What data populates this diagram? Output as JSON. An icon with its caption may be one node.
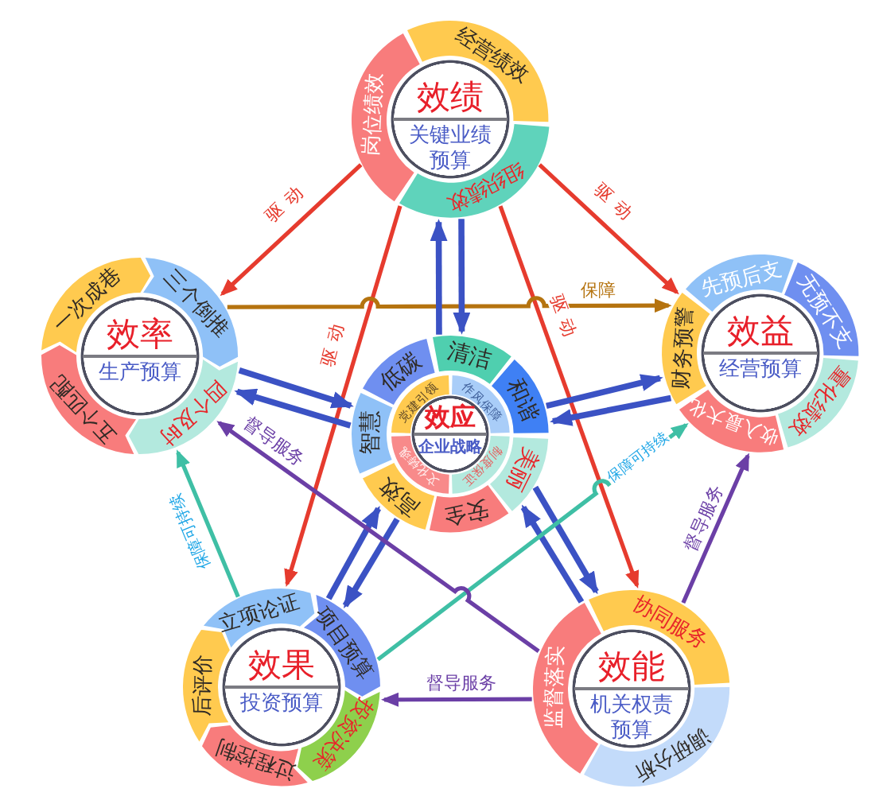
{
  "diagram": {
    "nodes": [
      {
        "text": [
          "效绩",
          "关键业绩预算"
        ]
      },
      {
        "text": [
          "经营绩效"
        ],
        "in": 0
      },
      {
        "text": [
          "组织绩效"
        ],
        "in": 0
      },
      {
        "text": [
          "岗位绩效"
        ],
        "in": 0
      },
      {
        "text": [
          "效率",
          "生产预算"
        ]
      },
      {
        "text": [
          "一次成巷"
        ],
        "in": 4
      },
      {
        "text": [
          "三个倒推"
        ],
        "in": 4
      },
      {
        "text": [
          "四个及时"
        ],
        "in": 4
      },
      {
        "text": [
          "五个匹配"
        ],
        "in": 4
      },
      {
        "text": [
          "效应",
          "企业战略"
        ]
      },
      {
        "text": [
          "清洁"
        ],
        "in": 9
      },
      {
        "text": [
          "和谐"
        ],
        "in": 9
      },
      {
        "text": [
          "美丽"
        ],
        "in": 9
      },
      {
        "text": [
          "安全"
        ],
        "in": 9
      },
      {
        "text": [
          "高效"
        ],
        "in": 9
      },
      {
        "text": [
          "智慧"
        ],
        "in": 9
      },
      {
        "text": [
          "低碳"
        ],
        "in": 9
      },
      {
        "text": [
          "党建引领"
        ],
        "in": 9
      },
      {
        "text": [
          "作风保障"
        ],
        "in": 9
      },
      {
        "text": [
          "制度保证"
        ],
        "in": 9
      },
      {
        "text": [
          "文化铸魂"
        ],
        "in": 9
      },
      {
        "text": [
          "效益",
          "经营预算"
        ]
      },
      {
        "text": [
          "先预后支"
        ],
        "in": 21
      },
      {
        "text": [
          "无预不支"
        ],
        "in": 21
      },
      {
        "text": [
          "量化绩效"
        ],
        "in": 21
      },
      {
        "text": [
          "收入最大化"
        ],
        "in": 21
      },
      {
        "text": [
          "财务预警"
        ],
        "in": 21
      },
      {
        "text": [
          "效果",
          "投资预算"
        ]
      },
      {
        "text": [
          "立项论证"
        ],
        "in": 27
      },
      {
        "text": [
          "项目预算"
        ],
        "in": 27
      },
      {
        "text": [
          "投资决策"
        ],
        "in": 27
      },
      {
        "text": [
          "过程控制"
        ],
        "in": 27
      },
      {
        "text": [
          "后评价"
        ],
        "in": 27
      },
      {
        "text": [
          "效能",
          "机关权责预算"
        ]
      },
      {
        "text": [
          "协同服务"
        ],
        "in": 33
      },
      {
        "text": [
          "调研分析"
        ],
        "in": 33
      },
      {
        "text": [
          "监督落实"
        ],
        "in": 33
      }
    ],
    "edges": [
      {
        "from": 0,
        "to": 4,
        "arrow": "to",
        "label": "驱动",
        "color": "#e63b2e"
      },
      {
        "from": 0,
        "to": 21,
        "arrow": "to",
        "label": "驱动",
        "color": "#e63b2e"
      },
      {
        "from": 0,
        "to": 27,
        "arrow": "to",
        "label": "驱动",
        "color": "#e63b2e"
      },
      {
        "from": 0,
        "to": 33,
        "arrow": "to",
        "label": "驱动",
        "color": "#e63b2e"
      },
      {
        "from": 4,
        "to": 21,
        "arrow": "to",
        "label": "保障",
        "color": "#b5730f"
      },
      {
        "from": 9,
        "to": 0,
        "arrow": "to"
      },
      {
        "from": 0,
        "to": 9,
        "arrow": "to"
      },
      {
        "from": 9,
        "to": 4,
        "arrow": "to"
      },
      {
        "from": 4,
        "to": 9,
        "arrow": "to"
      },
      {
        "from": 9,
        "to": 21,
        "arrow": "to"
      },
      {
        "from": 21,
        "to": 9,
        "arrow": "to"
      },
      {
        "from": 9,
        "to": 27,
        "arrow": "to"
      },
      {
        "from": 27,
        "to": 9,
        "arrow": "to"
      },
      {
        "from": 9,
        "to": 33,
        "arrow": "to"
      },
      {
        "from": 33,
        "to": 9,
        "arrow": "to"
      },
      {
        "from": 27,
        "to": 4,
        "arrow": "to",
        "label": "保障可持续",
        "color": "#3fbfa5"
      },
      {
        "from": 27,
        "to": 21,
        "arrow": "to",
        "label": "保障可持续",
        "color": "#3fbfa5"
      },
      {
        "from": 33,
        "to": 4,
        "arrow": "to",
        "label": "督导服务",
        "color": "#6b3fa6"
      },
      {
        "from": 33,
        "to": 27,
        "arrow": "to",
        "label": "督导服务",
        "color": "#6b3fa6"
      },
      {
        "from": 33,
        "to": 21,
        "arrow": "to",
        "label": "督导服务",
        "color": "#6b3fa6"
      }
    ]
  }
}
